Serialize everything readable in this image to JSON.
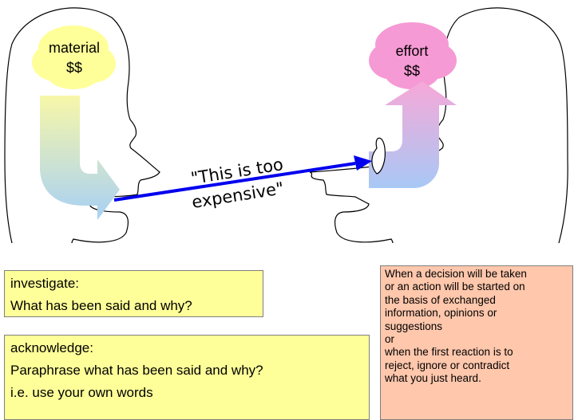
{
  "left_head": {
    "thought": [
      "material",
      "$$"
    ]
  },
  "right_head": {
    "thought": [
      "effort",
      "$$"
    ]
  },
  "speech": [
    "\"This is too",
    "expensive\""
  ],
  "investigate": {
    "title": "investigate:",
    "body": "What has been said and why?"
  },
  "acknowledge": {
    "title": "acknowledge:",
    "lines": [
      "Paraphrase what has been said and why?",
      "i.e. use your own words"
    ]
  },
  "note": {
    "lines": [
      "When a decision will be taken",
      "or an action will be started on",
      "the basis of exchanged",
      "information, opinions or",
      "suggestions",
      "or",
      "when the first reaction is to",
      "reject, ignore or contradict",
      "what you just heard."
    ]
  },
  "colors": {
    "left_cloud": "#ffff99",
    "right_cloud": "#f59ad4",
    "speech_arrow": "#0000ee",
    "box_yellow": "#ffff99",
    "box_salmon": "#ffc7ac"
  },
  "icons": [
    "left-head-outline",
    "right-head-outline",
    "thought-cloud",
    "down-curved-arrow",
    "up-curved-arrow",
    "ear-icon",
    "speech-arrow"
  ]
}
